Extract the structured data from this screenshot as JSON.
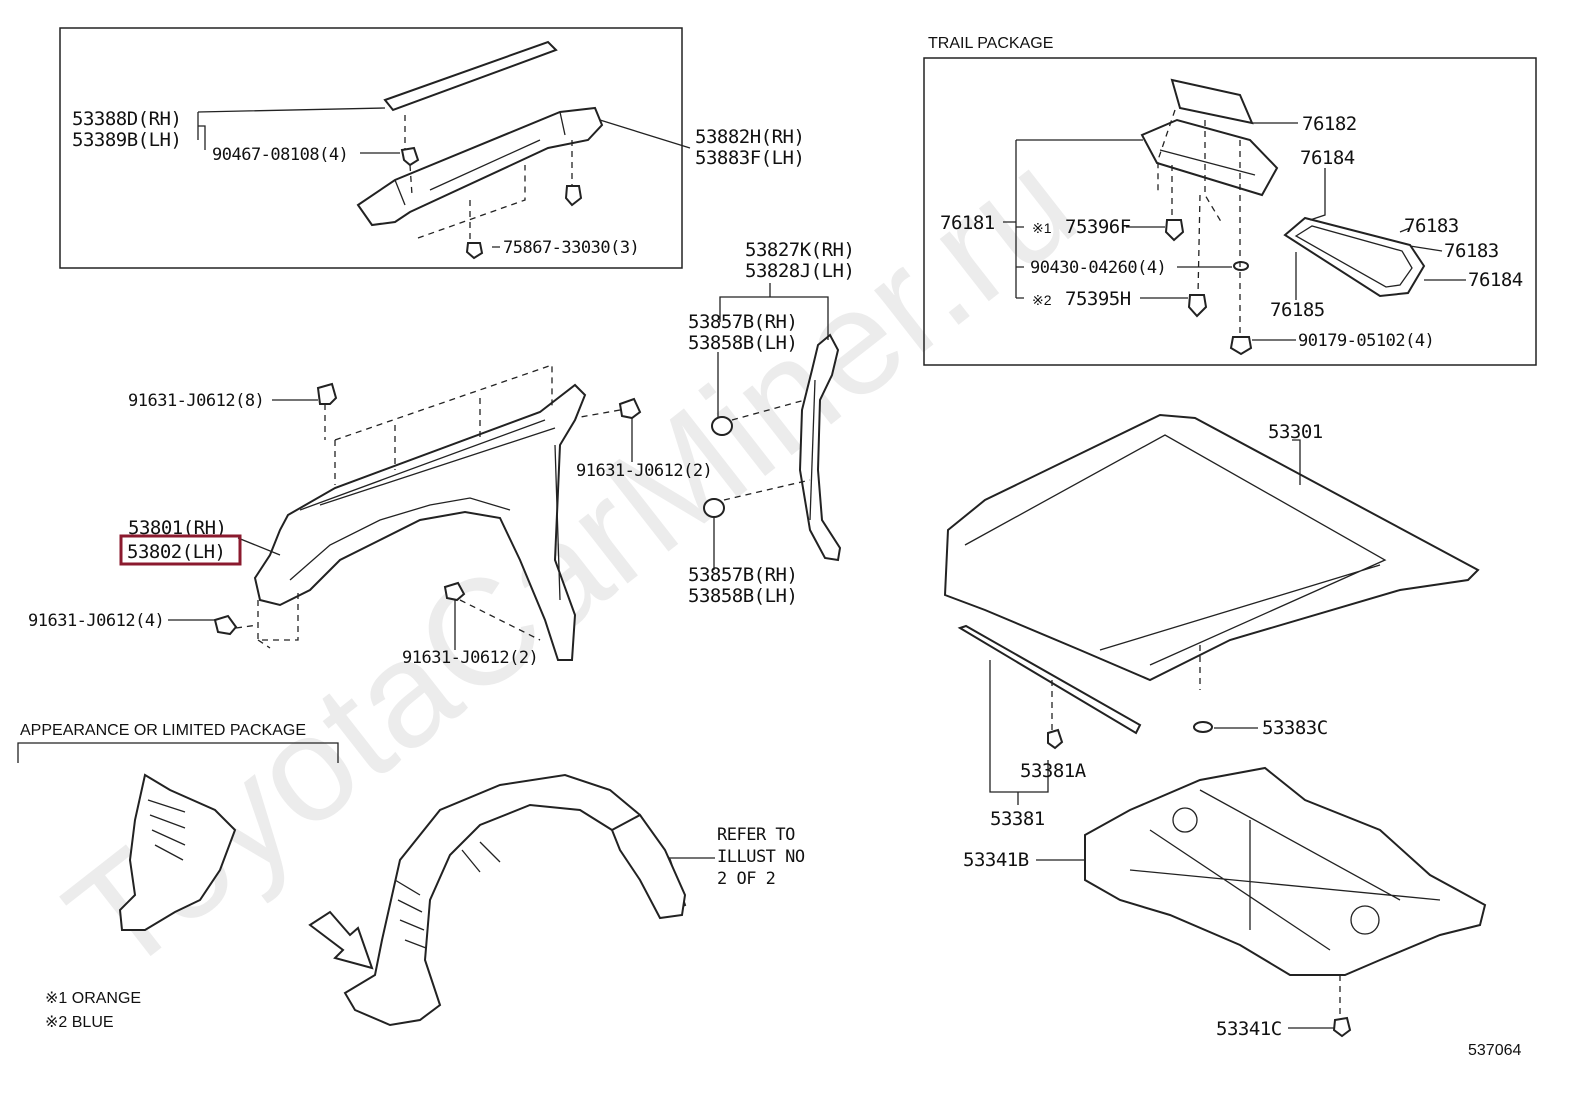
{
  "watermark": "ToyotaCarMiner.ru",
  "diagram_id": "537064",
  "headers": {
    "trail_package": "TRAIL PACKAGE",
    "appearance_package": "APPEARANCE OR LIMITED PACKAGE"
  },
  "notes": {
    "orange": "※1 ORANGE",
    "blue": "※2 BLUE",
    "refer_line1": "REFER TO",
    "refer_line2": "ILLUST NO",
    "refer_line3": "2 OF 2"
  },
  "highlight_color": "#8b1a2e",
  "labels": {
    "p53388D": "53388D(RH)",
    "p53389B": "53389B(LH)",
    "p90467": "90467-08108(4)",
    "p53882H": "53882H(RH)",
    "p53883F": "53883F(LH)",
    "p75867": "75867-33030(3)",
    "p53827K": "53827K(RH)",
    "p53828J": "53828J(LH)",
    "p53857B_top": "53857B(RH)",
    "p53858B_top": "53858B(LH)",
    "p53857B_bot": "53857B(RH)",
    "p53858B_bot": "53858B(LH)",
    "p91631_8": "91631-J0612(8)",
    "p91631_2a": "91631-J0612(2)",
    "p91631_4": "91631-J0612(4)",
    "p91631_2b": "91631-J0612(2)",
    "p53801": "53801(RH)",
    "p53802": "53802(LH)",
    "p76182": "76182",
    "p76184a": "76184",
    "p76181": "76181",
    "p75396F": "75396F",
    "p75396F_mark": "※1",
    "p76183a": "76183",
    "p76183b": "76183",
    "p90430": "90430-04260(4)",
    "p75395H": "75395H",
    "p75395H_mark": "※2",
    "p76184b": "76184",
    "p76185": "76185",
    "p90179": "90179-05102(4)",
    "p53301": "53301",
    "p53383C": "53383C",
    "p53381A": "53381A",
    "p53381": "53381",
    "p53341B": "53341B",
    "p53341C": "53341C"
  }
}
